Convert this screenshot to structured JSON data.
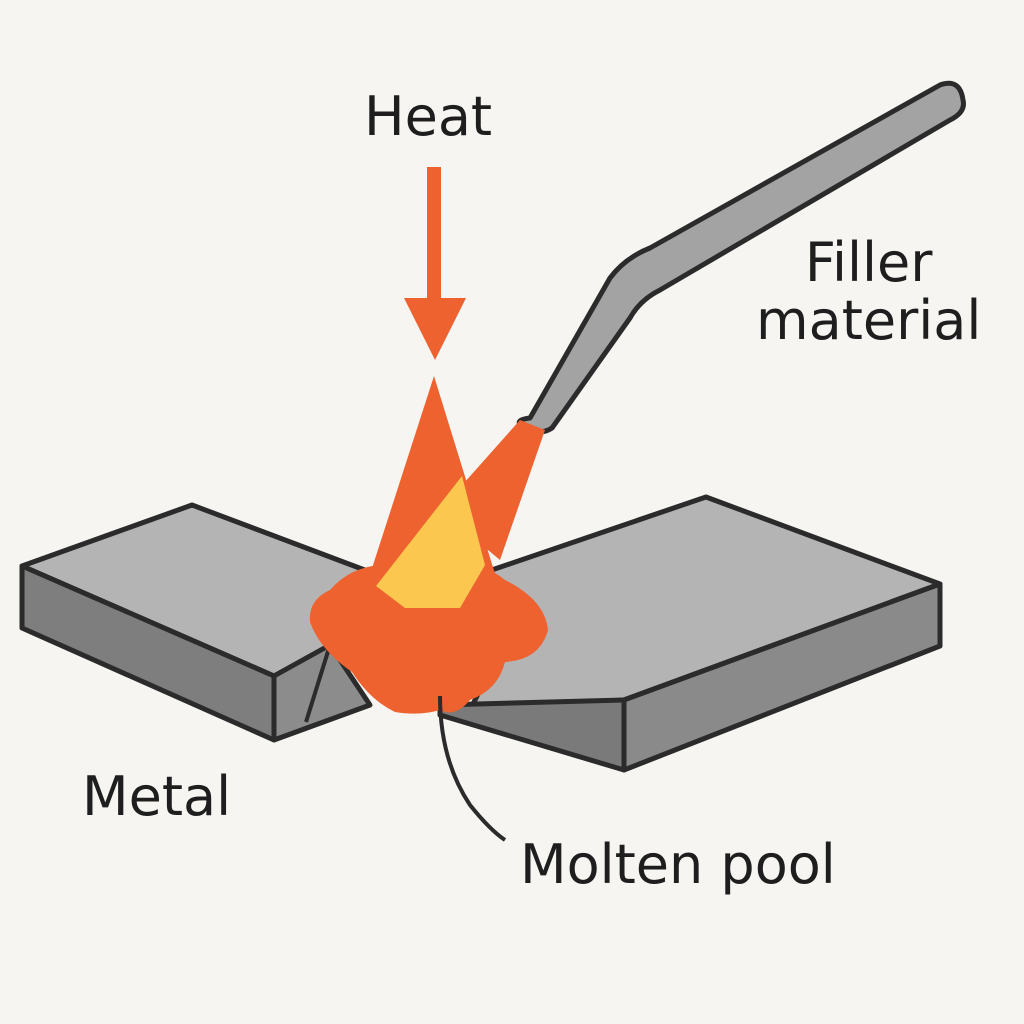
{
  "labels": {
    "heat": "Heat",
    "filler_line1": "Filler",
    "filler_line2": "material",
    "metal": "Metal",
    "molten_pool": "Molten pool"
  },
  "colors": {
    "background": "#f6f5f2",
    "metal_top": "#b4b4b4",
    "metal_side": "#8a8a8a",
    "metal_front": "#7a7a7a",
    "outline": "#2b2b2b",
    "flame": "#ee6230",
    "flame_core": "#fbc74e",
    "heat_arrow": "#ee6230",
    "filler_rod": "#a3a3a3"
  }
}
